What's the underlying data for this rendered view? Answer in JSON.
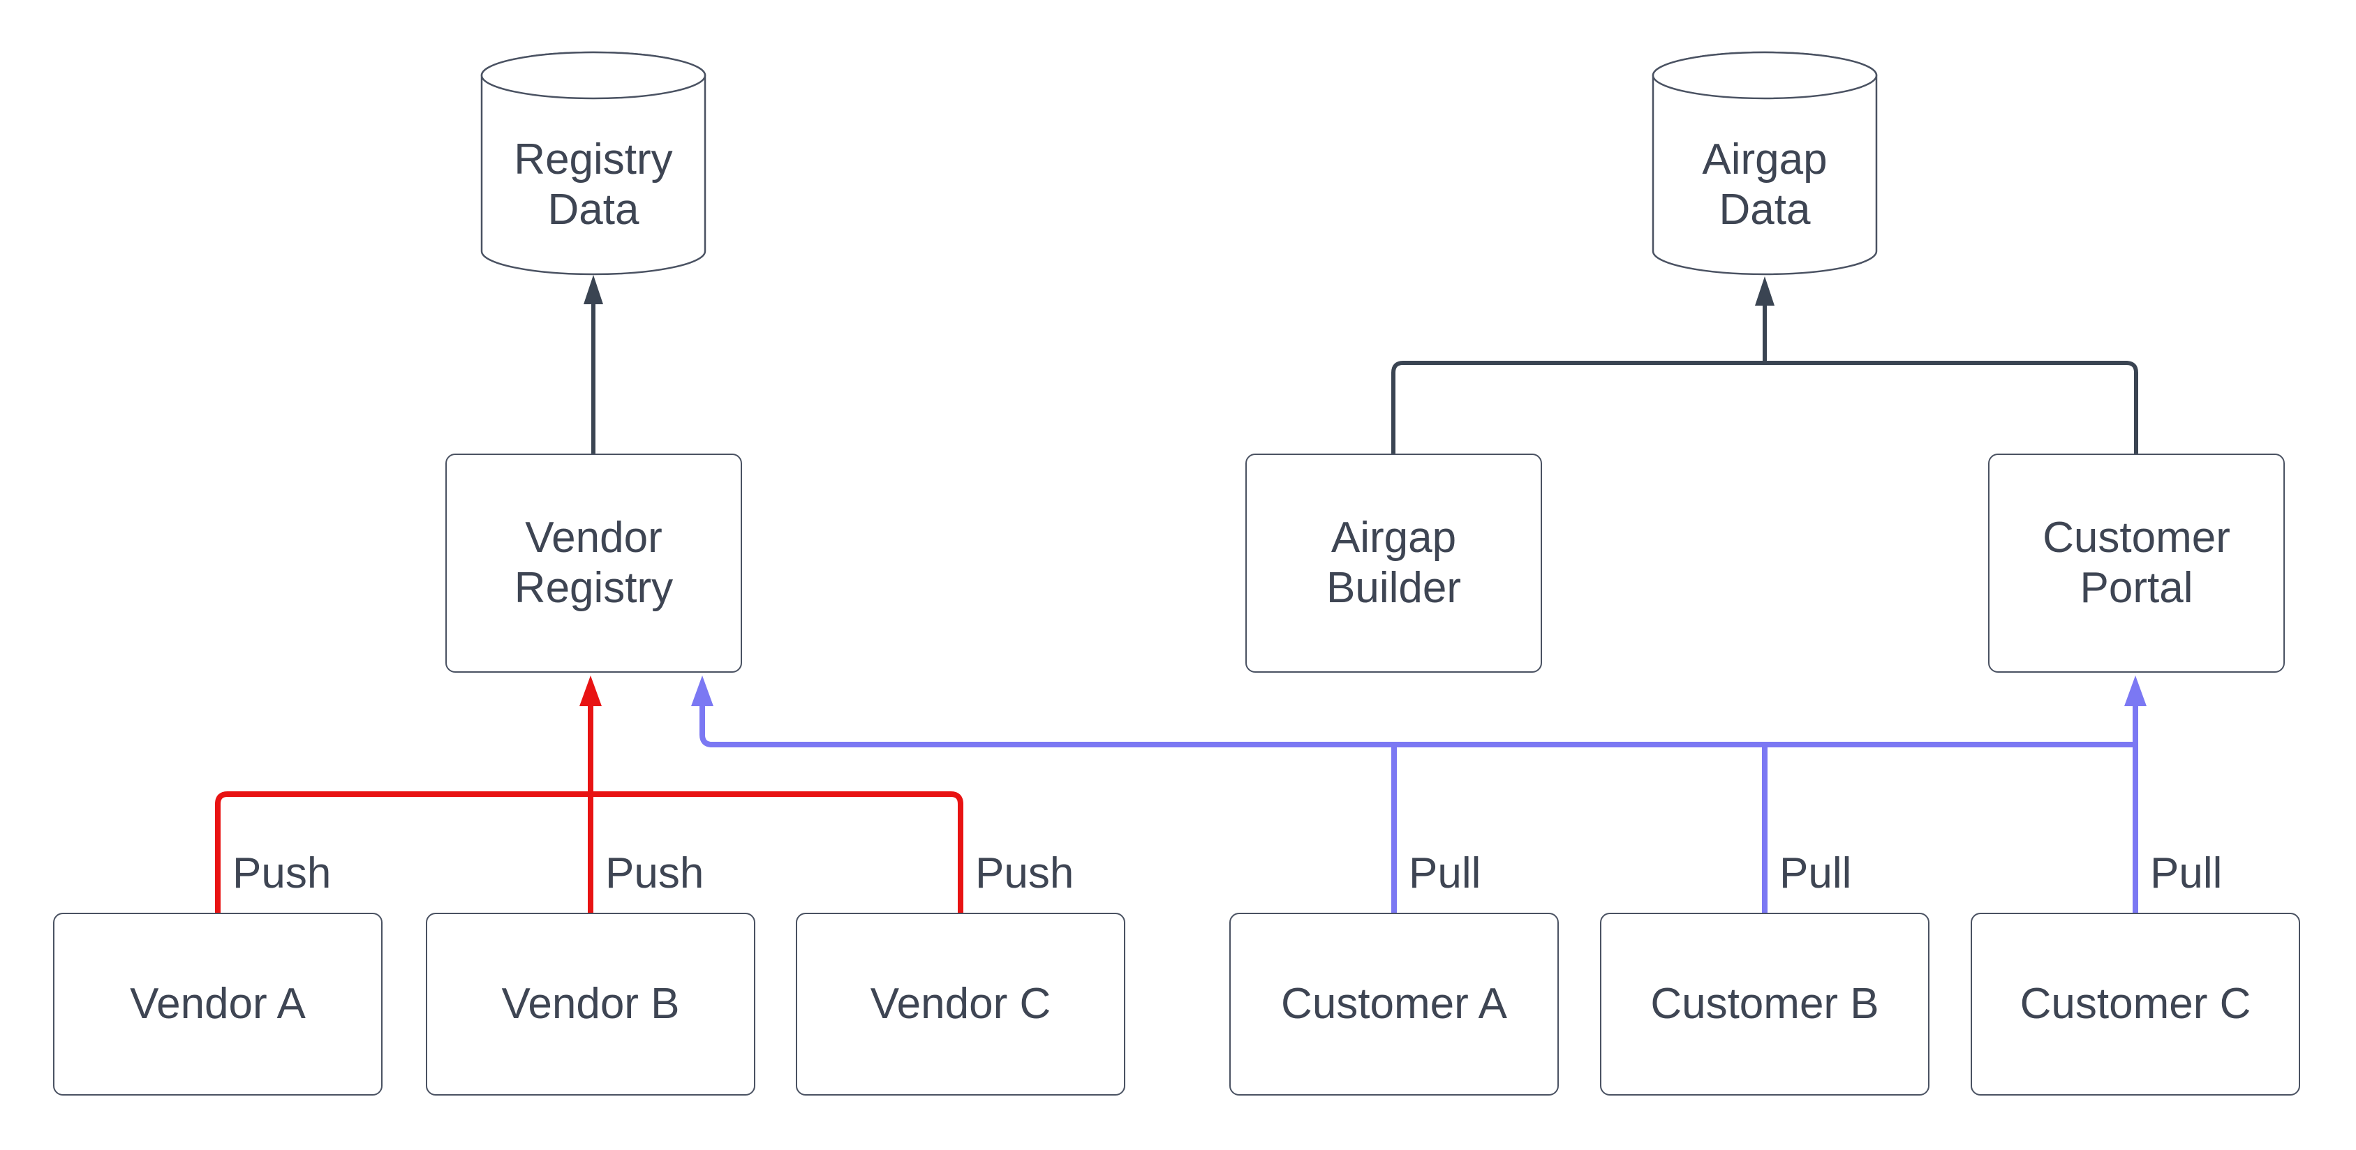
{
  "diagram": {
    "nodes": {
      "registry_data": "Registry Data",
      "airgap_data": "Airgap Data",
      "vendor_registry": "Vendor Registry",
      "airgap_builder": "Airgap Builder",
      "customer_portal": "Customer Portal",
      "vendor_a": "Vendor A",
      "vendor_b": "Vendor B",
      "vendor_c": "Vendor C",
      "customer_a": "Customer A",
      "customer_b": "Customer B",
      "customer_c": "Customer C"
    },
    "edge_labels": {
      "push": "Push",
      "pull": "Pull"
    },
    "colors": {
      "push_red": "#e81313",
      "pull_blue": "#7b78f3",
      "neutral_dark": "#3a4452",
      "node_border": "#4a5262"
    }
  }
}
